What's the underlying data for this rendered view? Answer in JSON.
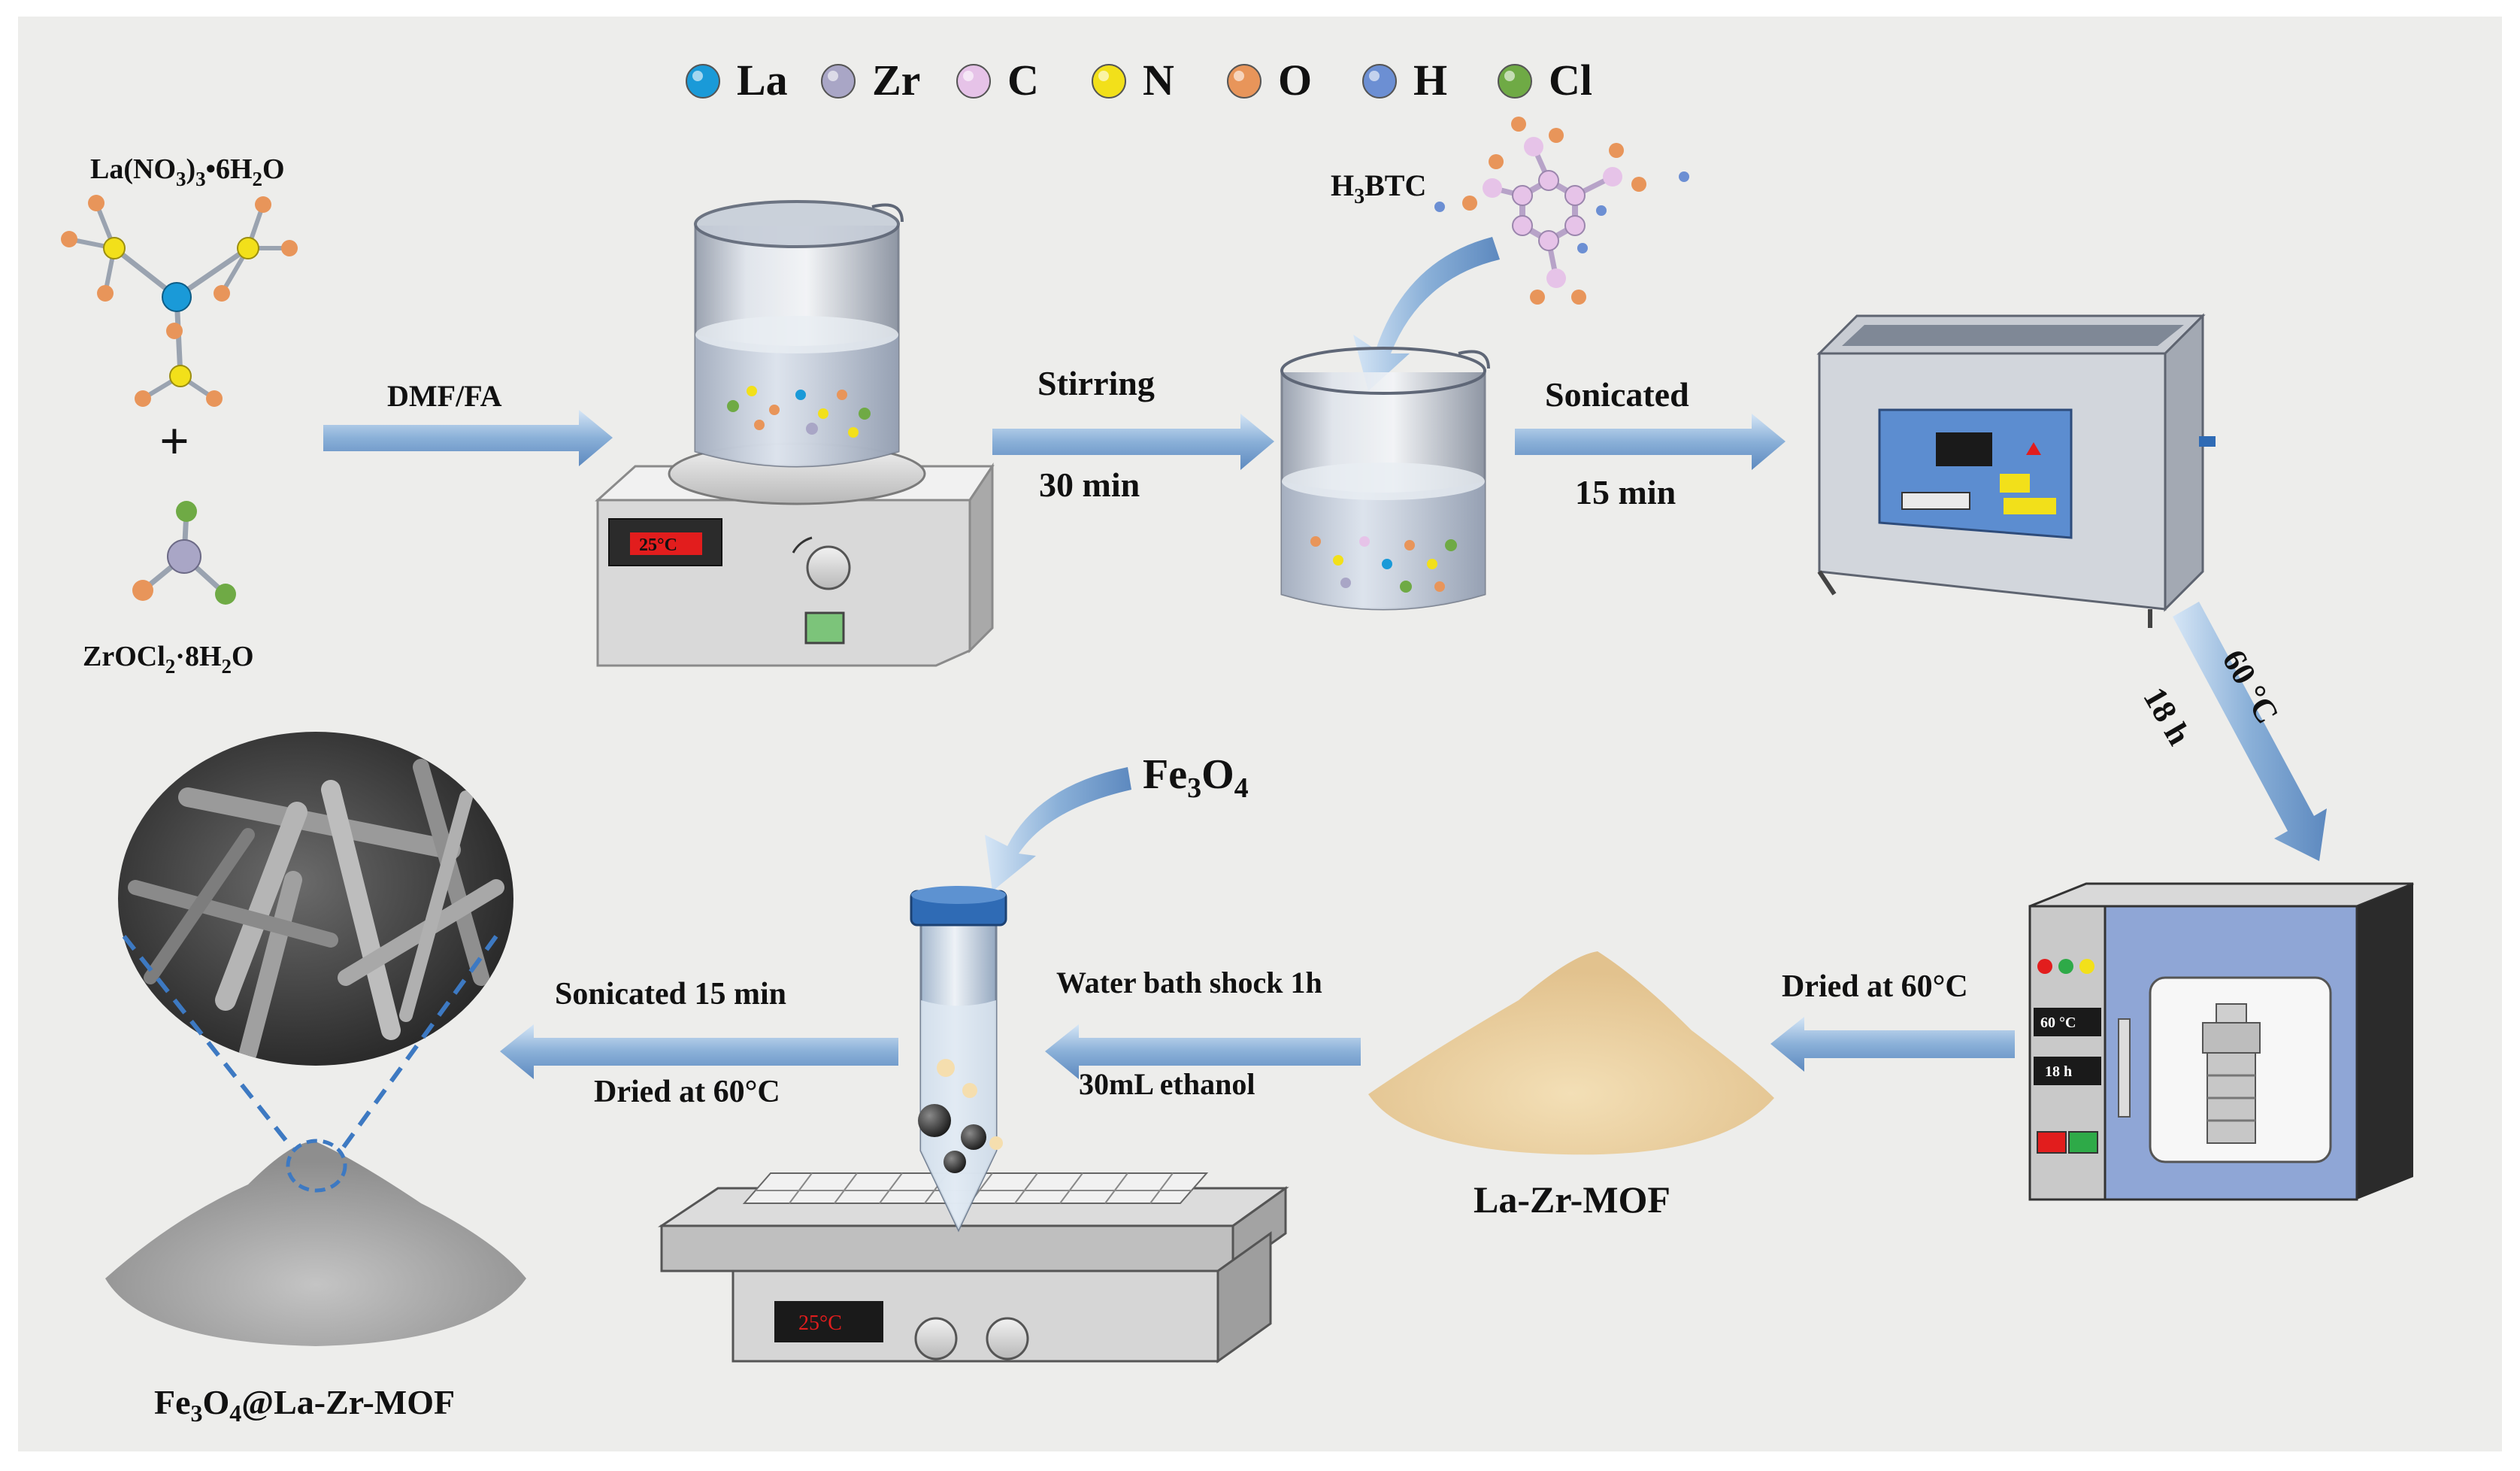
{
  "legend": {
    "items": [
      {
        "symbol": "La",
        "color": "#1a9ad8"
      },
      {
        "symbol": "Zr",
        "color": "#a9a6c6"
      },
      {
        "symbol": "C",
        "color": "#e6c3e8"
      },
      {
        "symbol": "N",
        "color": "#f2e01a"
      },
      {
        "symbol": "O",
        "color": "#e8955a"
      },
      {
        "symbol": "H",
        "color": "#6c8fd3"
      },
      {
        "symbol": "Cl",
        "color": "#6faa45"
      }
    ]
  },
  "reagents": {
    "la_salt": {
      "base": "La(NO",
      "sub1": "3",
      "mid": ")",
      "sub2": "3",
      "tail": "•6H",
      "sub3": "2",
      "end": "O"
    },
    "plus": "+",
    "zr_salt": {
      "base": "ZrOCl",
      "sub1": "2",
      "mid": "·8H",
      "sub2": "2",
      "end": "O"
    },
    "linker": {
      "base": "H",
      "sub1": "3",
      "end": "BTC"
    },
    "magnetic": {
      "base": "Fe",
      "sub1": "3",
      "mid": "O",
      "sub2": "4"
    }
  },
  "steps": {
    "solvent": "DMF/FA",
    "stir_top": "Stirring",
    "stir_bottom": "30 min",
    "sonic_top": "Sonicated",
    "sonic_bottom": "15 min",
    "heat_temp": "60 °C",
    "heat_time": "18 h",
    "dry": "Dried at 60°C",
    "shock_top": "Water bath shock 1h",
    "shock_bottom": "30mL ethanol",
    "final_top": "Sonicated 15 min",
    "final_bottom": "Dried at 60°C"
  },
  "devices": {
    "stirrer_display": "25°C",
    "oven_temp": "60 °C",
    "oven_time": "18 h",
    "shaker_display": "25°C"
  },
  "products": {
    "mof": "La-Zr-MOF",
    "composite": {
      "base": "Fe",
      "sub1": "3",
      "mid": "O",
      "sub2": "4",
      "end": "@La-Zr-MOF"
    }
  }
}
